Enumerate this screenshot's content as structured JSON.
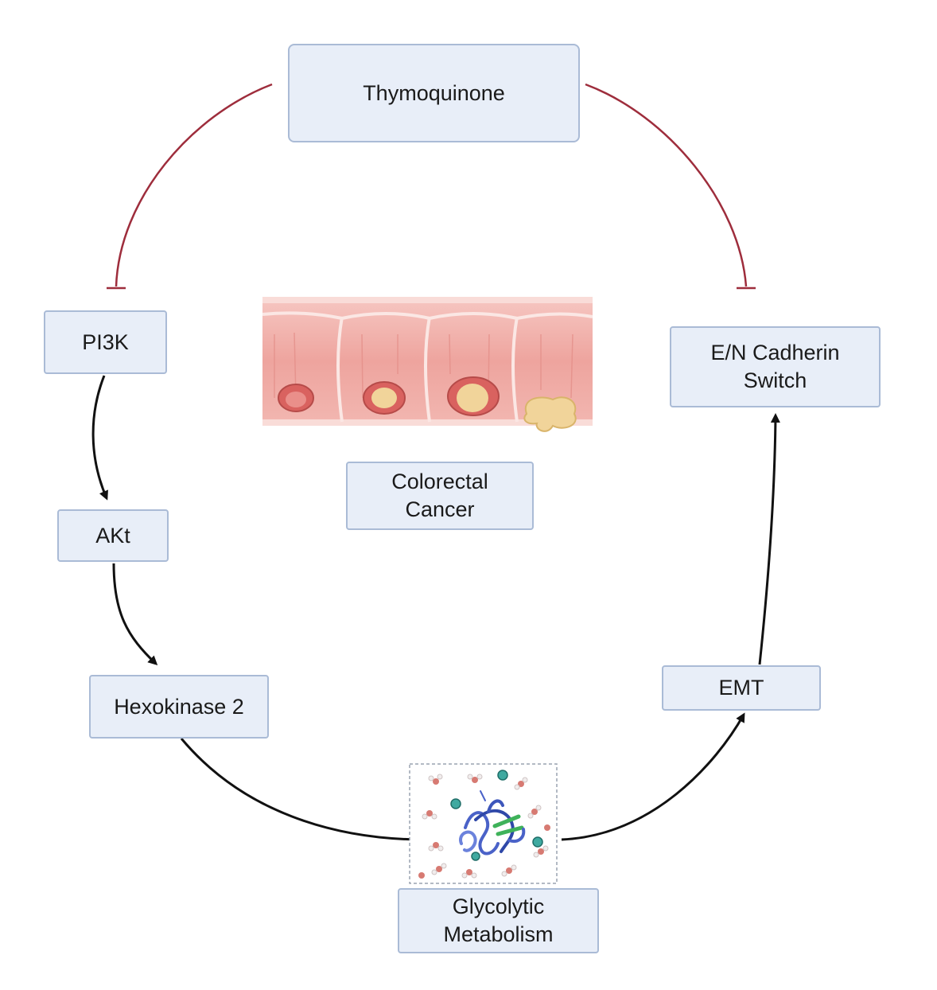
{
  "colors": {
    "box_fill": "#e8eef8",
    "box_border": "#aabbd6",
    "inhibit_line": "#9e2d3c",
    "activate_arrow": "#111111",
    "colon_tissue": "#efaaa6",
    "polyp_core": "#f1d49a"
  },
  "nodes": {
    "thymoquinone": "Thymoquinone",
    "pi3k": "PI3K",
    "akt": "AKt",
    "hexokinase": "Hexokinase 2",
    "glycolytic": "Glycolytic\nMetabolism",
    "emt": "EMT",
    "cadherin": "E/N Cadherin\nSwitch",
    "colorectal": "Colorectal\nCancer"
  },
  "edges": [
    {
      "from": "Thymoquinone",
      "to": "PI3K",
      "type": "inhibition"
    },
    {
      "from": "Thymoquinone",
      "to": "E/N Cadherin Switch",
      "type": "inhibition"
    },
    {
      "from": "PI3K",
      "to": "AKt",
      "type": "activation"
    },
    {
      "from": "AKt",
      "to": "Hexokinase 2",
      "type": "activation"
    },
    {
      "from": "Hexokinase 2",
      "to": "Glycolytic Metabolism",
      "type": "activation"
    },
    {
      "from": "Glycolytic Metabolism",
      "to": "EMT",
      "type": "activation"
    },
    {
      "from": "EMT",
      "to": "E/N Cadherin Switch",
      "type": "activation"
    }
  ],
  "illustrations": [
    "colon-polyp-illustration",
    "glycolysis-enzyme-illustration"
  ]
}
